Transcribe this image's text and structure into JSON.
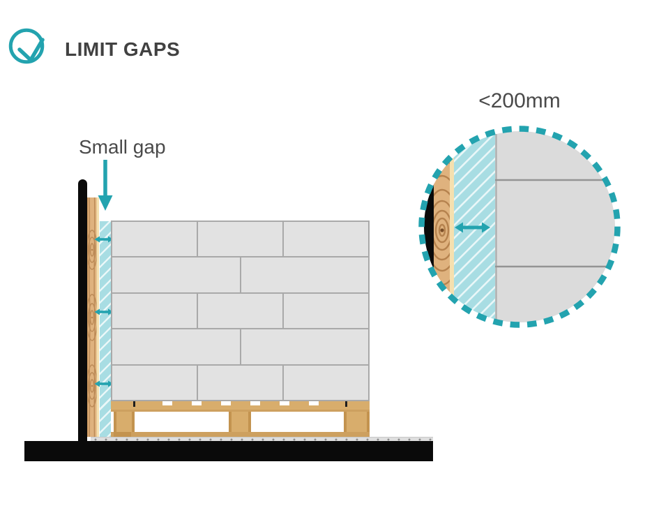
{
  "header": {
    "title": "LIMIT GAPS"
  },
  "icons": {
    "check_circle": "check-circle-icon",
    "down_arrow": "down-arrow-icon",
    "gap_width_arrow": "double-headed-arrow-icon",
    "measure_arrow": "double-headed-arrow-icon"
  },
  "colors": {
    "accent": "#23A3AF",
    "text": "#4A4A4A",
    "title": "#414141",
    "hatch_fill": "#A8DDE3",
    "hatch_line": "#EAF7F8",
    "block_fill": "#E2E2E2",
    "block_border": "#A9A9A9",
    "detail_block_fill": "#DBDBDB",
    "detail_block_line": "#949494",
    "wood_base": "#DFB27E",
    "wood_grain": "#B5824E",
    "wood_edge_light": "#F5E0AF",
    "pallet_deck": "#D8AD6C",
    "pallet_shade": "#C3934F",
    "pallet_bottom": "#CDA05F",
    "ground_strip": "#DEDEDE",
    "ground_dot": "#8C8C8C",
    "floor": "#0A0A0A"
  },
  "main_diagram": {
    "gap_label": "Small gap",
    "stack_rows": [
      3,
      2,
      3,
      2,
      3
    ],
    "gap_arrow_count": 3,
    "pallet": {
      "notch_count": 6,
      "bearer_count": 3,
      "tick_count": 2
    }
  },
  "detail_view": {
    "measurement_label": "<200mm",
    "block_divider_count": 2
  }
}
